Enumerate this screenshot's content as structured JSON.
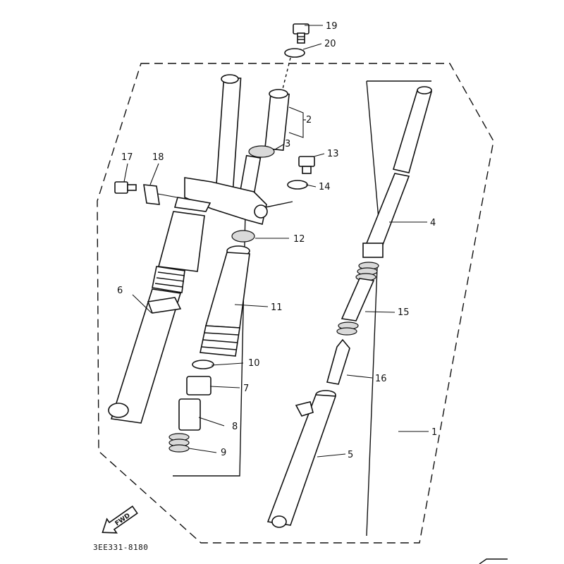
{
  "callouts": [
    {
      "id": "c1",
      "text": "1"
    },
    {
      "id": "c2",
      "text": "2"
    },
    {
      "id": "c3",
      "text": "3"
    },
    {
      "id": "c4",
      "text": "4"
    },
    {
      "id": "c5",
      "text": "5"
    },
    {
      "id": "c6",
      "text": "6"
    },
    {
      "id": "c7",
      "text": "7"
    },
    {
      "id": "c8",
      "text": "8"
    },
    {
      "id": "c9",
      "text": "9"
    },
    {
      "id": "c10",
      "text": "10"
    },
    {
      "id": "c11",
      "text": "11"
    },
    {
      "id": "c12",
      "text": "12"
    },
    {
      "id": "c13",
      "text": "13"
    },
    {
      "id": "c14",
      "text": "14"
    },
    {
      "id": "c15",
      "text": "15"
    },
    {
      "id": "c16",
      "text": "16"
    },
    {
      "id": "c17",
      "text": "17"
    },
    {
      "id": "c18",
      "text": "18"
    },
    {
      "id": "c19",
      "text": "19"
    },
    {
      "id": "c20",
      "text": "20"
    }
  ],
  "fwd_arrow_label": "FWD",
  "diagram_code": "3EE331-8180"
}
